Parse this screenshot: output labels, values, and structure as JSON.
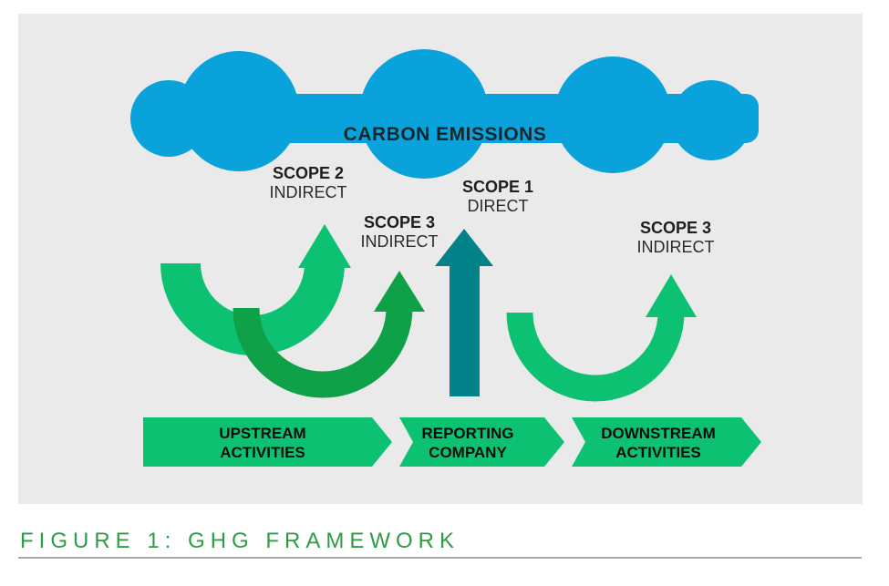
{
  "figure": {
    "caption": "FIGURE 1: GHG FRAMEWORK"
  },
  "cloud": {
    "label": "CARBON EMISSIONS"
  },
  "scope_labels": [
    {
      "title": "SCOPE 2",
      "subtitle": "INDIRECT"
    },
    {
      "title": "SCOPE 3",
      "subtitle": "INDIRECT"
    },
    {
      "title": "SCOPE 1",
      "subtitle": "DIRECT"
    },
    {
      "title": "SCOPE 3",
      "subtitle": "INDIRECT"
    }
  ],
  "banners": [
    {
      "line1": "UPSTREAM",
      "line2": "ACTIVITIES"
    },
    {
      "line1": "REPORTING",
      "line2": "COMPANY"
    },
    {
      "line1": "DOWNSTREAM",
      "line2": "ACTIVITIES"
    }
  ],
  "colors": {
    "panel_bg": "#EAEAEA",
    "cloud_blue": "#09A2DB",
    "light_green": "#0DC172",
    "dark_green": "#0FA148",
    "teal": "#038289",
    "caption_green": "#2E9C44",
    "rule_gray": "#A9A9A9",
    "text_dark": "#1E1E1E"
  }
}
